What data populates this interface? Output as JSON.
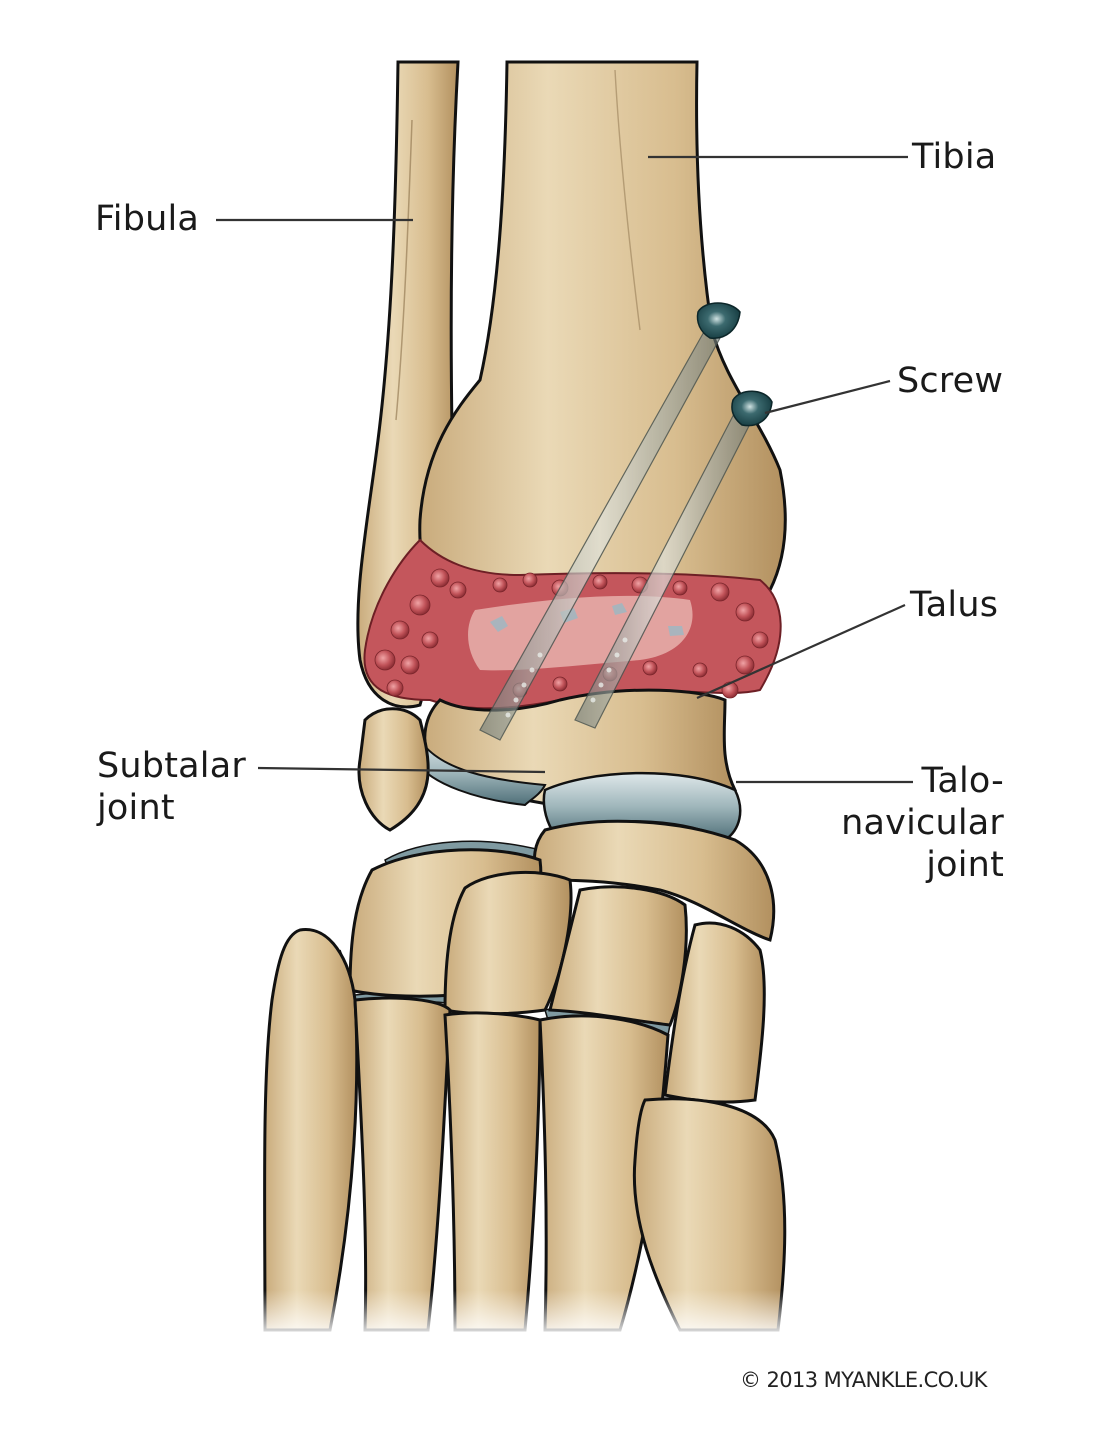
{
  "figure": {
    "subject": "Ankle fusion (arthrodesis) with screws - anterior view of ankle and foot bones",
    "colors": {
      "bone": "#dcc49a",
      "bone_shadow": "#b8976a",
      "bone_highlight": "#efe0c2",
      "outline": "#111111",
      "cartilage": "#8fa7ad",
      "cartilage_dark": "#4f6f78",
      "fusion_graft": "#b5464d",
      "fusion_graft_light": "#e08a8e",
      "screw_shaft": "#8c9490",
      "screw_head": "#1f4a4f",
      "leader_line": "#333333",
      "label_text": "#1a1a1a",
      "background": "#ffffff"
    }
  },
  "labels": {
    "tibia": "Tibia",
    "fibula": "Fibula",
    "screw": "Screw",
    "talus": "Talus",
    "subtalar_line1": "Subtalar",
    "subtalar_line2": "joint",
    "talonavicular_line1": "Talo-",
    "talonavicular_line2": "navicular",
    "talonavicular_line3": "joint"
  },
  "footer": {
    "copyright": "© 2013 MYANKLE.CO.UK"
  }
}
